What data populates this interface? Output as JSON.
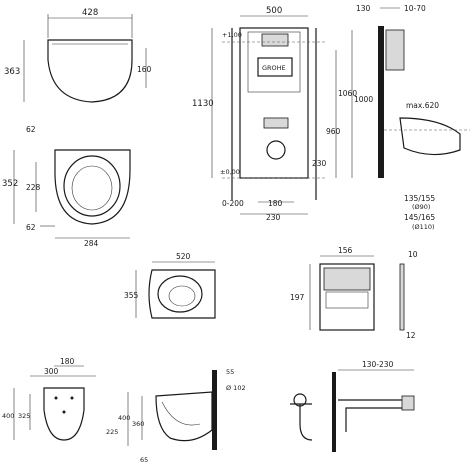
{
  "views": {
    "seat_top": {
      "width": "428",
      "depth": "363",
      "inner": "160"
    },
    "bowl_top": {
      "depth": "352",
      "inner": "228",
      "front": "62",
      "side": "62",
      "width": "284"
    },
    "frame_front": {
      "width": "500",
      "height": "1130",
      "top_mark": "+1,00",
      "zero_mark": "±0,00",
      "bottom_left": "0-200",
      "bottom_mid": "180",
      "bottom_gap": "230"
    },
    "frame_side": {
      "top_offset": "130",
      "top_range": "10-70",
      "h1": "1060",
      "h2": "1000",
      "h3": "960",
      "h4": "230",
      "max": "max.620",
      "pipe1": "135/155",
      "pipe1_d": "(Ø90)",
      "pipe2": "145/165",
      "pipe2_d": "(Ø110)",
      "brand": "GROHE"
    },
    "pan_top": {
      "width": "520",
      "depth": "355"
    },
    "flush_plate": {
      "width": "156",
      "height": "197",
      "thickness": "10",
      "depth": "12"
    },
    "pan_front": {
      "width": "180",
      "spacing": "300",
      "height": "400",
      "inner": "325"
    },
    "pan_side": {
      "h1": "400",
      "h2": "360",
      "h3": "225",
      "low": "65",
      "d1": "55",
      "d2": "Ø 102"
    },
    "connector": {
      "range": "130-230"
    }
  }
}
